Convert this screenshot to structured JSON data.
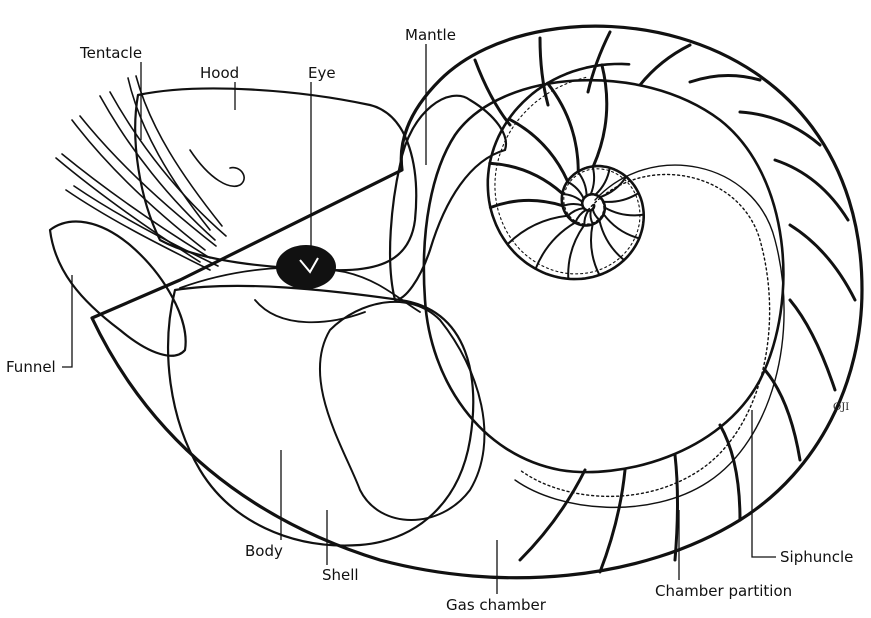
{
  "labels": {
    "tentacle": "Tentacle",
    "hood": "Hood",
    "eye": "Eye",
    "mantle": "Mantle",
    "funnel": "Funnel",
    "body": "Body",
    "shell": "Shell",
    "gas_chamber": "Gas chamber",
    "chamber_partition": "Chamber partition",
    "siphuncle": "Siphuncle"
  },
  "signature": "OJI",
  "colors": {
    "ink": "#111111",
    "paper": "#ffffff"
  }
}
